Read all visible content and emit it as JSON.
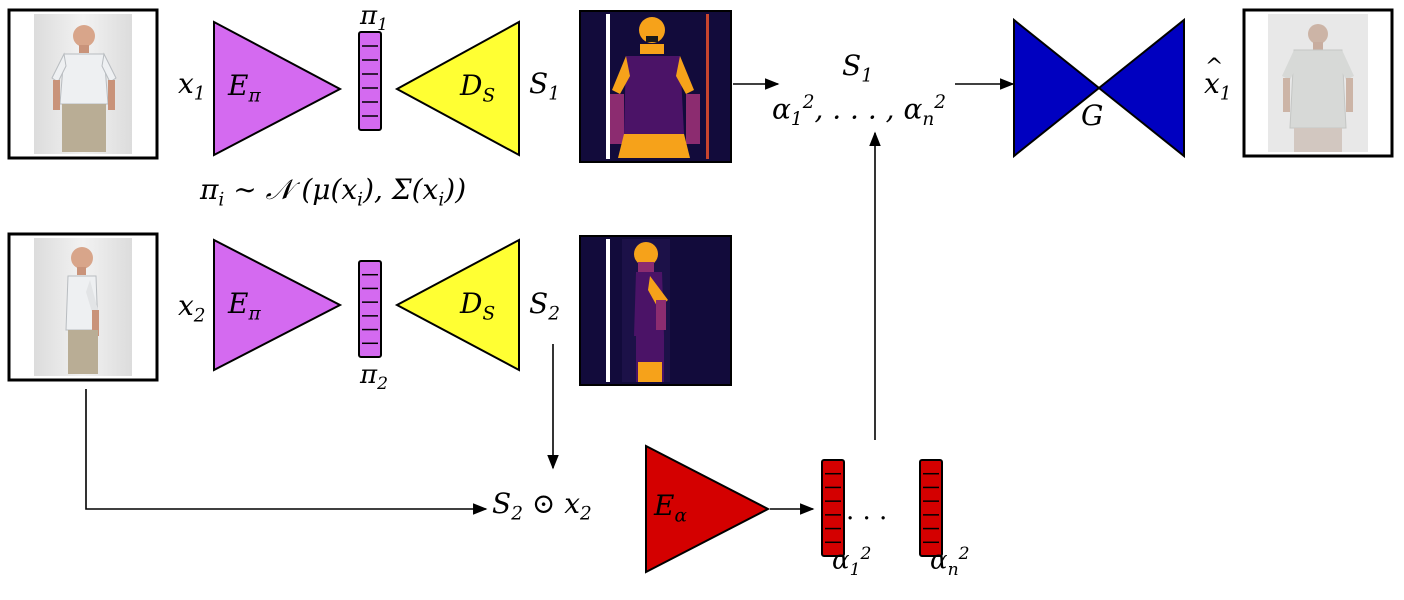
{
  "inputs": {
    "x1": {
      "var": "x",
      "sub": "1"
    },
    "x2": {
      "var": "x",
      "sub": "2"
    }
  },
  "encoders": {
    "pose": {
      "var": "E",
      "sub": "π",
      "color": "#d46af0"
    },
    "appearance": {
      "var": "E",
      "sub": "α",
      "color": "#d40000"
    }
  },
  "decoder": {
    "var": "D",
    "sub": "S",
    "color": "#ffff33"
  },
  "generator": {
    "var": "G",
    "color": "#0000c0"
  },
  "latents": {
    "pi1": {
      "var": "π",
      "sub": "1"
    },
    "pi2": {
      "var": "π",
      "sub": "2"
    },
    "alpha_first": {
      "var": "α",
      "sub": "1",
      "sup": "2"
    },
    "alpha_last": {
      "var": "α",
      "sub": "n",
      "sup": "2"
    },
    "ellipsis": ". . ."
  },
  "segmentations": {
    "s1": {
      "var": "S",
      "sub": "1"
    },
    "s2": {
      "var": "S",
      "sub": "2"
    }
  },
  "distribution": {
    "lhs": "π",
    "lhs_sub": "i",
    "rel": " ∼ 𝒩 (",
    "mu": "μ(x",
    "mu_sub": "i",
    "mid": "), ",
    "sigma": "Σ(x",
    "sigma_sub": "i",
    "end": "))"
  },
  "masked_input": {
    "s": "S",
    "s_sub": "2",
    "op": " ⊙ ",
    "x": "x",
    "x_sub": "2"
  },
  "generator_input": {
    "top": "S",
    "top_sub": "1",
    "a": "α",
    "a_sub": "1",
    "a_sup": "2",
    "sep": ", . . . , ",
    "b": "α",
    "b_sub": "n",
    "b_sup": "2"
  },
  "output": {
    "var": "x",
    "sub": "1",
    "hat": "^"
  },
  "colors": {
    "vector_pose": "#d46af0",
    "vector_appearance": "#d40000",
    "seg_background": "#120b3b",
    "seg_purple": "#4b1367",
    "seg_orange": "#f6a21a",
    "seg_magenta": "#8c2c70"
  }
}
